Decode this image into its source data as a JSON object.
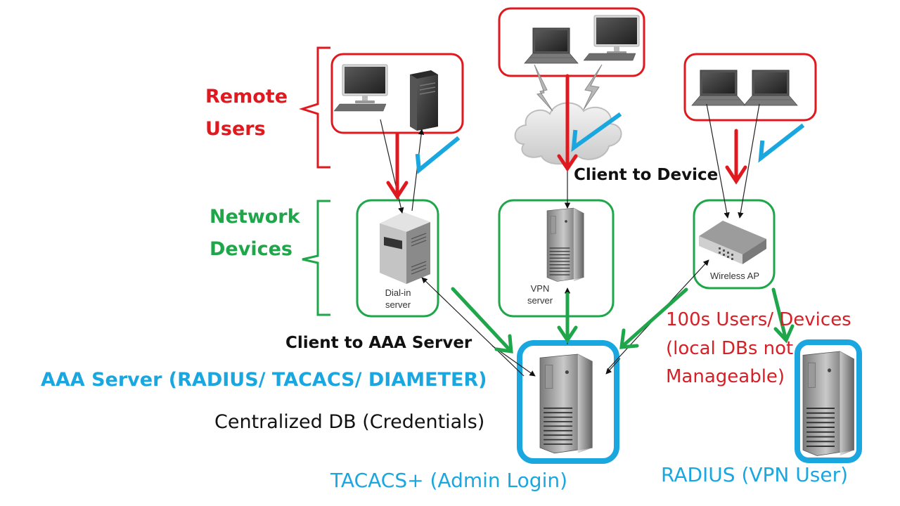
{
  "colors": {
    "red": "#e0191f",
    "green": "#1fa64a",
    "blue": "#1aa7e0",
    "black": "#111111"
  },
  "groups": {
    "remote_users": {
      "label_line1": "Remote",
      "label_line2": "Users"
    },
    "network_devices": {
      "label_line1": "Network",
      "label_line2": "Devices"
    }
  },
  "devices": {
    "dial_in": {
      "caption_line1": "Dial-in",
      "caption_line2": "server",
      "icon": "server-cube-icon"
    },
    "vpn": {
      "caption_line1": "VPN",
      "caption_line2": "server",
      "icon": "tower-server-icon"
    },
    "wireless_ap": {
      "caption": "Wireless AP",
      "icon": "wireless-ap-icon"
    }
  },
  "client_groups": [
    {
      "name": "remote-user-group-1",
      "icons": [
        "desktop-monitor-icon",
        "tower-pc-icon"
      ]
    },
    {
      "name": "remote-user-group-2",
      "icons": [
        "laptop-icon",
        "desktop-monitor-icon"
      ]
    },
    {
      "name": "remote-user-group-3",
      "icons": [
        "laptop-icon",
        "laptop-icon"
      ]
    }
  ],
  "labels": {
    "client_to_device": "Client to Device",
    "client_to_aaa": "Client to AAA Server",
    "aaa_server": "AAA Server (RADIUS/ TACACS/ DIAMETER)",
    "centralized_db": "Centralized DB (Credentials)",
    "tacacs": "TACACS+ (Admin Login)",
    "radius": "RADIUS (VPN User)",
    "note_line1": "100s Users/ Devices",
    "note_line2": "(local DBs not",
    "note_line3": "Manageable)"
  },
  "icons": {
    "cloud": "internet-cloud-icon",
    "lightning": "wireless-link-icon",
    "checkmark": "checkmark-icon"
  }
}
